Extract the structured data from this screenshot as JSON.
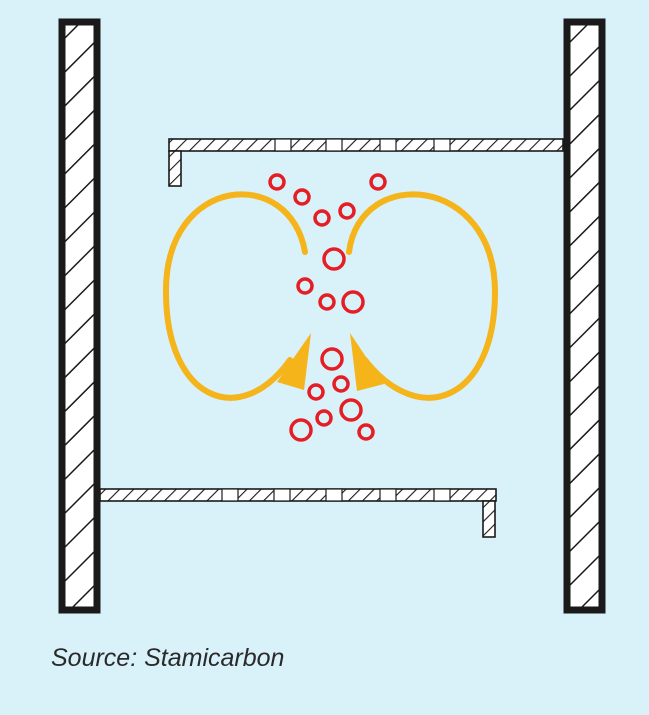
{
  "caption": "Source: Stamicarbon",
  "colors": {
    "background": "#d9f1f9",
    "wall_hatch": "#1a1a1a",
    "wall_fill": "#ffffff",
    "flow_arrow": "#f4b41a",
    "bubble": "#e51e25"
  },
  "diagram": {
    "walls": [
      "left-column-wall",
      "right-column-wall"
    ],
    "trays": [
      "upper-sieve-tray",
      "lower-sieve-tray"
    ],
    "circulation_arrows": 2,
    "bubbles": 16
  }
}
